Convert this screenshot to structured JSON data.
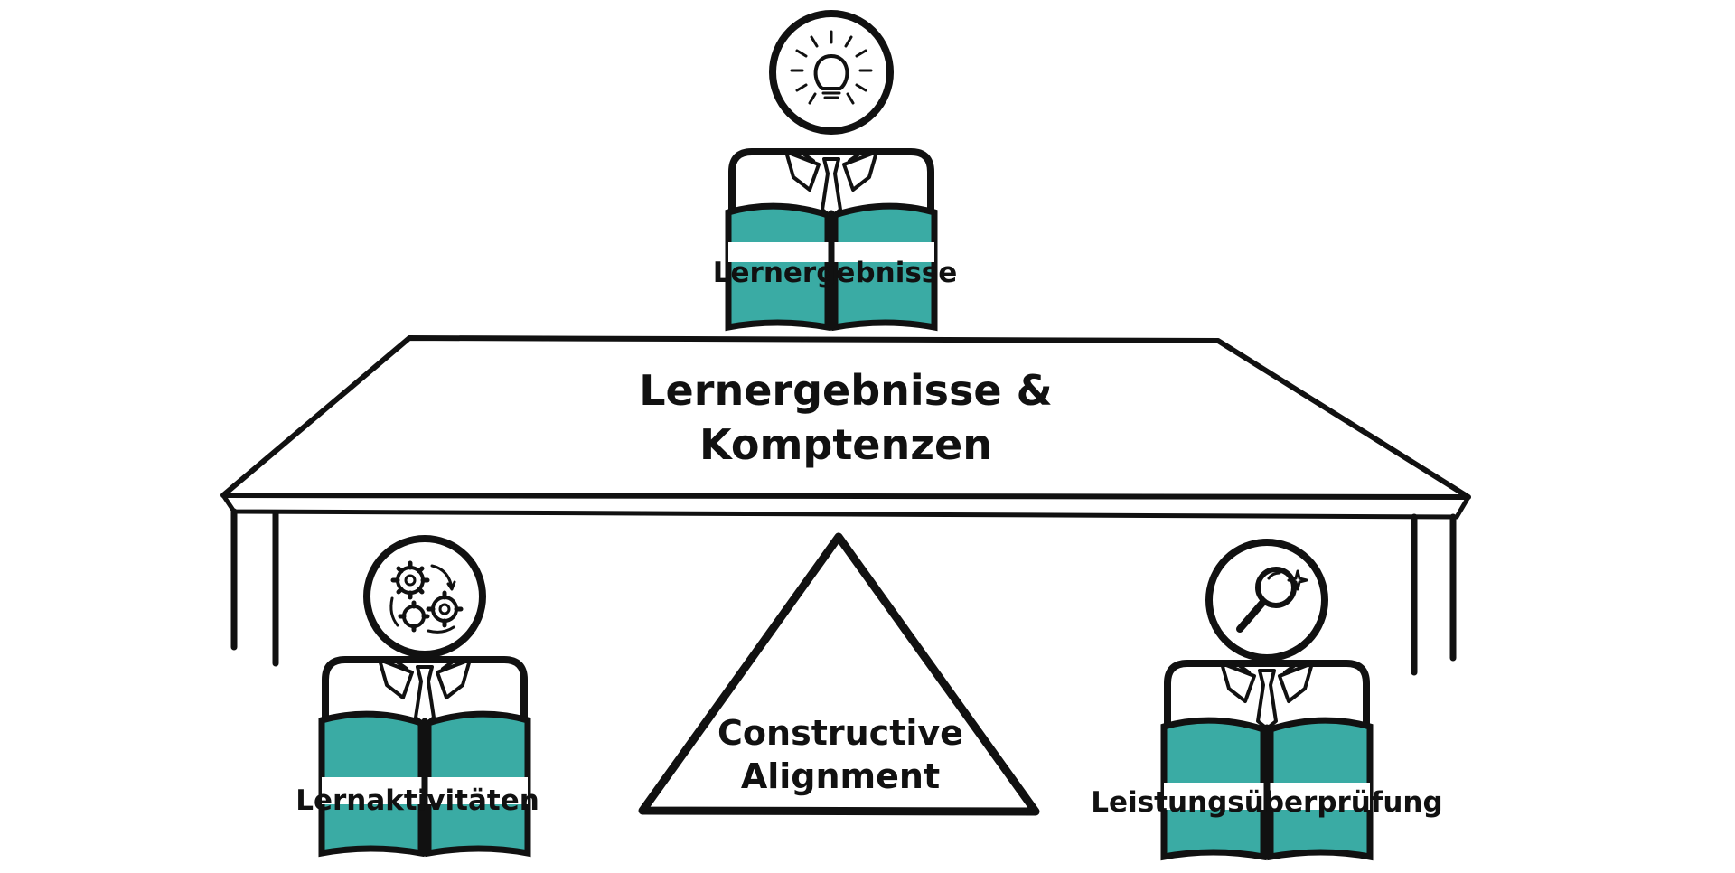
{
  "table": {
    "line1": "Lernergebnisse &",
    "line2": "Komptenzen"
  },
  "center": {
    "line1": "Constructive",
    "line2": "Alignment"
  },
  "figures": {
    "top": {
      "label": "Lernergebnisse",
      "icon": "lightbulb-icon"
    },
    "left": {
      "label": "Lernaktivitäten",
      "icon": "gears-icon"
    },
    "right": {
      "label": "Leistungsüberprüfung",
      "icon": "magnifier-icon"
    }
  },
  "colors": {
    "book": "#3aaba4",
    "ink": "#111111"
  }
}
